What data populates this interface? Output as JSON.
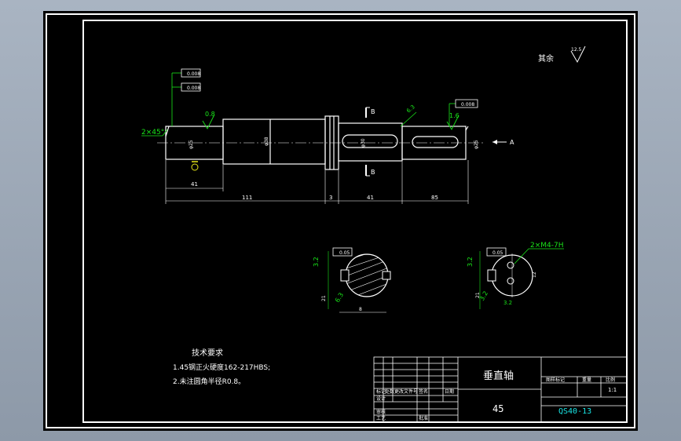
{
  "roughness": {
    "label": "其余",
    "symbol_value": "12.5"
  },
  "tech_req": {
    "title": "技术要求",
    "line1": "1.45钢正火硬度162-217HBS;",
    "line2": "2.未注圆角半径R0.8。"
  },
  "part": {
    "name": "垂直轴",
    "material": "45",
    "drawing_no": "QS40-13",
    "scale": "1:1"
  },
  "title_block": {
    "col_headers": [
      "标记",
      "处数",
      "更改文件号",
      "签名",
      "日期"
    ],
    "rows": [
      "设计",
      "审核",
      "工艺"
    ],
    "approval": "批准",
    "right_headers": [
      "图样标记",
      "重量",
      "比例"
    ]
  },
  "annotations": {
    "chamfer": "2×45°",
    "section_b": "B",
    "section_a": "A",
    "thread": "2×M4-7H",
    "rough_left": "0.8",
    "rough_right": "1.6",
    "rough_sec1": "3.2",
    "rough_sec2": "3.2",
    "rough_sec3": "6.3",
    "rough_key": "6.3",
    "rough_sec4": "3.2",
    "rough_sec5": "3.2"
  },
  "tolerances": {
    "t1": "0.008",
    "t2": "0.008",
    "t3": "0.008",
    "t4": "0.05",
    "t5": "0.05"
  },
  "dimensions": {
    "d1": "41",
    "d2": "111",
    "d3": "3",
    "d4": "41",
    "d5": "85",
    "dia1": "φ25",
    "dia2": "φ38",
    "dia3": "φ30",
    "dia4": "φ25",
    "sec1_h": "21",
    "sec1_w": "8",
    "sec2_h": "21",
    "sec2_w": "12"
  }
}
